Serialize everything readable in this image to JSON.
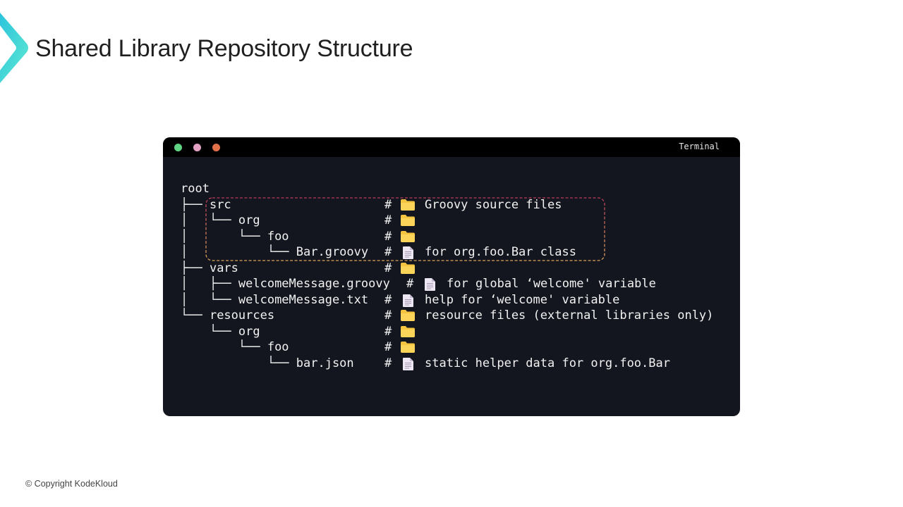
{
  "page": {
    "title": "Shared Library Repository Structure",
    "copyright": "© Copyright KodeKloud",
    "logo_icon": "kodekloud-chevron-logo"
  },
  "terminal": {
    "title": "Terminal",
    "window_controls": [
      {
        "name": "green-dot",
        "color": "#5fd483"
      },
      {
        "name": "pink-dot",
        "color": "#e3a1c4"
      },
      {
        "name": "orange-dot",
        "color": "#e2714a"
      }
    ],
    "highlight_colors": {
      "top": "#b83a5a",
      "bottom": "#d9a25a"
    },
    "tree": [
      {
        "prefix": "",
        "name": "root",
        "hash": "",
        "icon": "",
        "comment": ""
      },
      {
        "prefix": "├── ",
        "name": "src",
        "hash": "#",
        "icon": "folder",
        "comment": "Groovy source files"
      },
      {
        "prefix": "│   └── ",
        "name": "org",
        "hash": "#",
        "icon": "folder",
        "comment": ""
      },
      {
        "prefix": "│       └── ",
        "name": "foo",
        "hash": "#",
        "icon": "folder",
        "comment": ""
      },
      {
        "prefix": "│           └── ",
        "name": "Bar.groovy",
        "hash": "#",
        "icon": "file",
        "comment": "for org.foo.Bar class"
      },
      {
        "prefix": "├── ",
        "name": "vars",
        "hash": "#",
        "icon": "folder",
        "comment": ""
      },
      {
        "prefix": "│   ├── ",
        "name": "welcomeMessage.groovy",
        "hash": "#",
        "icon": "file",
        "comment": "for global ‘welcome' variable"
      },
      {
        "prefix": "│   └── ",
        "name": "welcomeMessage.txt",
        "hash": "#",
        "icon": "file",
        "comment": "help for ‘welcome' variable"
      },
      {
        "prefix": "└── ",
        "name": "resources",
        "hash": "#",
        "icon": "folder",
        "comment": "resource files (external libraries only)"
      },
      {
        "prefix": "    └── ",
        "name": "org",
        "hash": "#",
        "icon": "folder",
        "comment": ""
      },
      {
        "prefix": "        └── ",
        "name": "foo",
        "hash": "#",
        "icon": "folder",
        "comment": ""
      },
      {
        "prefix": "            └── ",
        "name": "bar.json",
        "hash": "#",
        "icon": "file",
        "comment": "static helper data for org.foo.Bar"
      }
    ]
  }
}
